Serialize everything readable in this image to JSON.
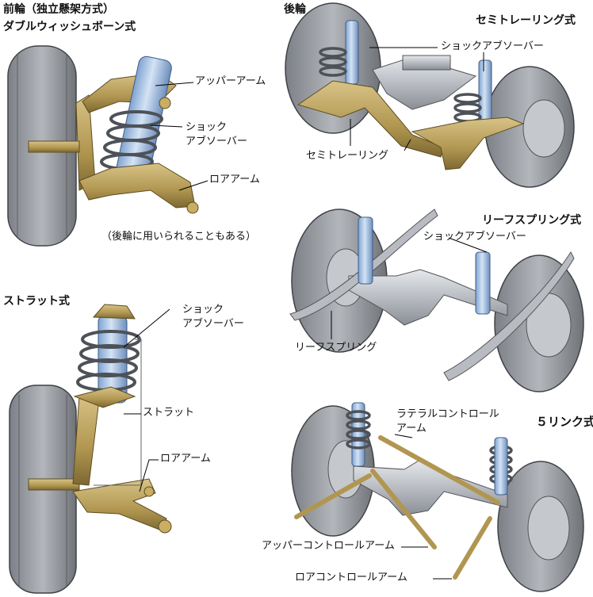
{
  "front": {
    "title": "前輪（独立懸架方式）",
    "double_wishbone": {
      "title": "ダブルウィッシュボーン式",
      "labels": {
        "upper_arm": "アッパーアーム",
        "shock_1": "ショック",
        "shock_2": "アブソーバー",
        "lower_arm": "ロアアーム"
      },
      "note": "（後輪に用いられることもある）"
    },
    "strut": {
      "title": "ストラット式",
      "labels": {
        "shock_1": "ショック",
        "shock_2": "アブソーバー",
        "strut": "ストラット",
        "lower_arm": "ロアアーム"
      }
    }
  },
  "rear": {
    "title": "後輪",
    "semi_trailing": {
      "title": "セミトレーリング式",
      "labels": {
        "shock": "ショックアブソーバー",
        "semi_trailing": "セミトレーリング"
      }
    },
    "leaf_spring": {
      "title": "リーフスプリング式",
      "labels": {
        "shock": "ショックアブソーバー",
        "leaf": "リーフスプリング"
      }
    },
    "five_link": {
      "title": "５リンク式",
      "labels": {
        "lateral_1": "ラテラルコントロール",
        "lateral_2": "アーム",
        "upper": "アッパーコントロールアーム",
        "lower": "ロアコントロールアーム"
      }
    }
  },
  "colors": {
    "tire": "#9a9ea4",
    "tire_edge": "#4a4d52",
    "metal": "#b59a55",
    "metal_dark": "#7a6530",
    "shock": "#a8c4e6",
    "spring": "#5a5e66",
    "line": "#000000"
  }
}
